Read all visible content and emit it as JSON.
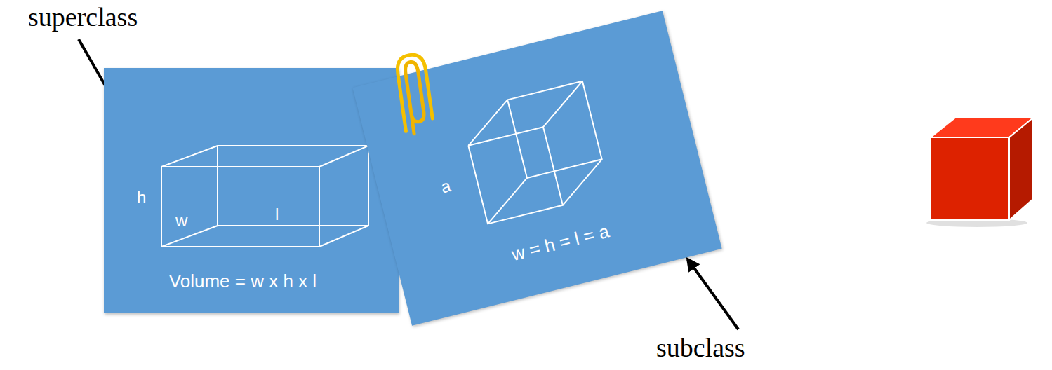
{
  "diagram": {
    "nodes": [
      {
        "text": [
          "Volume = w x h x l"
        ]
      },
      {
        "text": [
          "w = h = l = a"
        ]
      }
    ],
    "labels": [
      "superclass",
      "subclass",
      "h",
      "w",
      "l",
      "a"
    ]
  }
}
